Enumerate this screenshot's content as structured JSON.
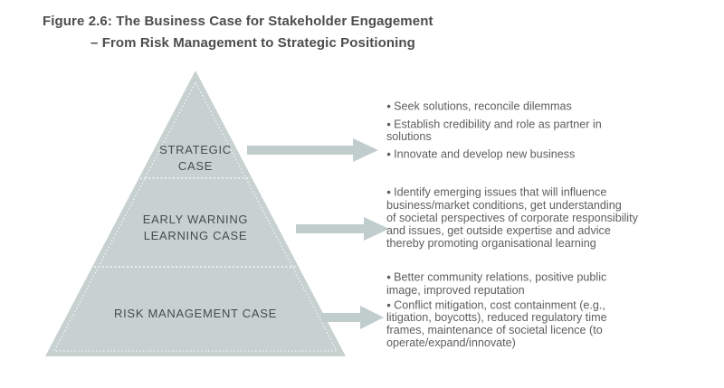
{
  "figure": {
    "title_line1": "Figure 2.6: The Business Case for Stakeholder Engagement",
    "title_line2": "– From Risk Management to Strategic Positioning"
  },
  "ui": {
    "bullet_char": "●"
  },
  "colors": {
    "background": "#ffffff",
    "pyramid_fill": "#c6d1d0",
    "arrow_fill": "#c0cdcc",
    "dotted_lines": "#ffffff",
    "pyramid_label_text": "#474c4c",
    "body_text": "#5e5e5e",
    "title_text": "#4d4d4d"
  },
  "pyramid": {
    "levels": [
      {
        "id": "strategic",
        "label": "STRATEGIC\nCASE"
      },
      {
        "id": "early_warning",
        "label": "EARLY WARNING\nLEARNING CASE"
      },
      {
        "id": "risk_management",
        "label": "RISK MANAGEMENT CASE"
      }
    ]
  },
  "annotations": {
    "strategic": {
      "bullets": [
        "Seek solutions, reconcile dilemmas",
        "Establish credibility and role as partner in\nsolutions",
        "Innovate and develop new business"
      ]
    },
    "early_warning": {
      "bullets": [
        "Identify emerging issues that will influence\nbusiness/market conditions, get understanding\nof societal perspectives of corporate responsibility\nand issues, get outside expertise and advice\nthereby promoting organisational learning"
      ]
    },
    "risk_management": {
      "bullets": [
        "Better community relations, positive public\nimage, improved reputation",
        "Conflict mitigation, cost containment (e.g.,\nlitigation, boycotts), reduced regulatory time\nframes, maintenance of societal licence (to\noperate/expand/innovate)"
      ]
    }
  }
}
